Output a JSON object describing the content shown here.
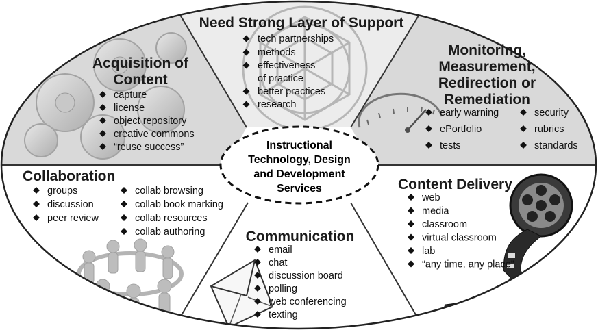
{
  "center": {
    "lines": [
      "Instructional",
      "Technology, Design",
      "and Development",
      "Services"
    ]
  },
  "segments": {
    "acquisition": {
      "title": [
        "Acquisition of",
        "Content"
      ],
      "items": [
        "capture",
        "license",
        "object repository",
        "creative commons",
        "“reuse success”"
      ]
    },
    "support": {
      "title": [
        "Need Strong Layer of Support"
      ],
      "items": [
        "tech partnerships",
        "methods",
        "effectiveness",
        "of practice",
        "better practices",
        "research"
      ]
    },
    "monitoring": {
      "title": [
        "Monitoring,",
        "Measurement,",
        "Redirection or",
        "Remediation"
      ],
      "items_left": [
        "early warning",
        "ePortfolio",
        "tests"
      ],
      "items_right": [
        "security",
        "rubrics",
        "standards"
      ]
    },
    "collaboration": {
      "title": [
        "Collaboration"
      ],
      "items_left": [
        "groups",
        "discussion",
        "peer review"
      ],
      "items_right": [
        "collab browsing",
        "collab book marking",
        "collab resources",
        "collab authoring"
      ]
    },
    "communication": {
      "title": [
        "Communication"
      ],
      "items": [
        "email",
        "chat",
        "discussion board",
        "polling",
        "web conferencing",
        "texting"
      ]
    },
    "delivery": {
      "title": [
        "Content Delivery"
      ],
      "items": [
        "web",
        "media",
        "classroom",
        "virtual classroom",
        "lab",
        "“any time, any place”"
      ]
    }
  },
  "colors": {
    "top_row_fill": "#d9d9d9",
    "support_fill": "#ececec",
    "bottom_row_fill": "#ffffff",
    "outline": "#222222",
    "divider": "#333333"
  },
  "icons": [
    "gears-icon",
    "gauge-icon",
    "people-circle-icon",
    "envelope-icon",
    "film-reel-icon",
    "geometric-logo-icon"
  ]
}
